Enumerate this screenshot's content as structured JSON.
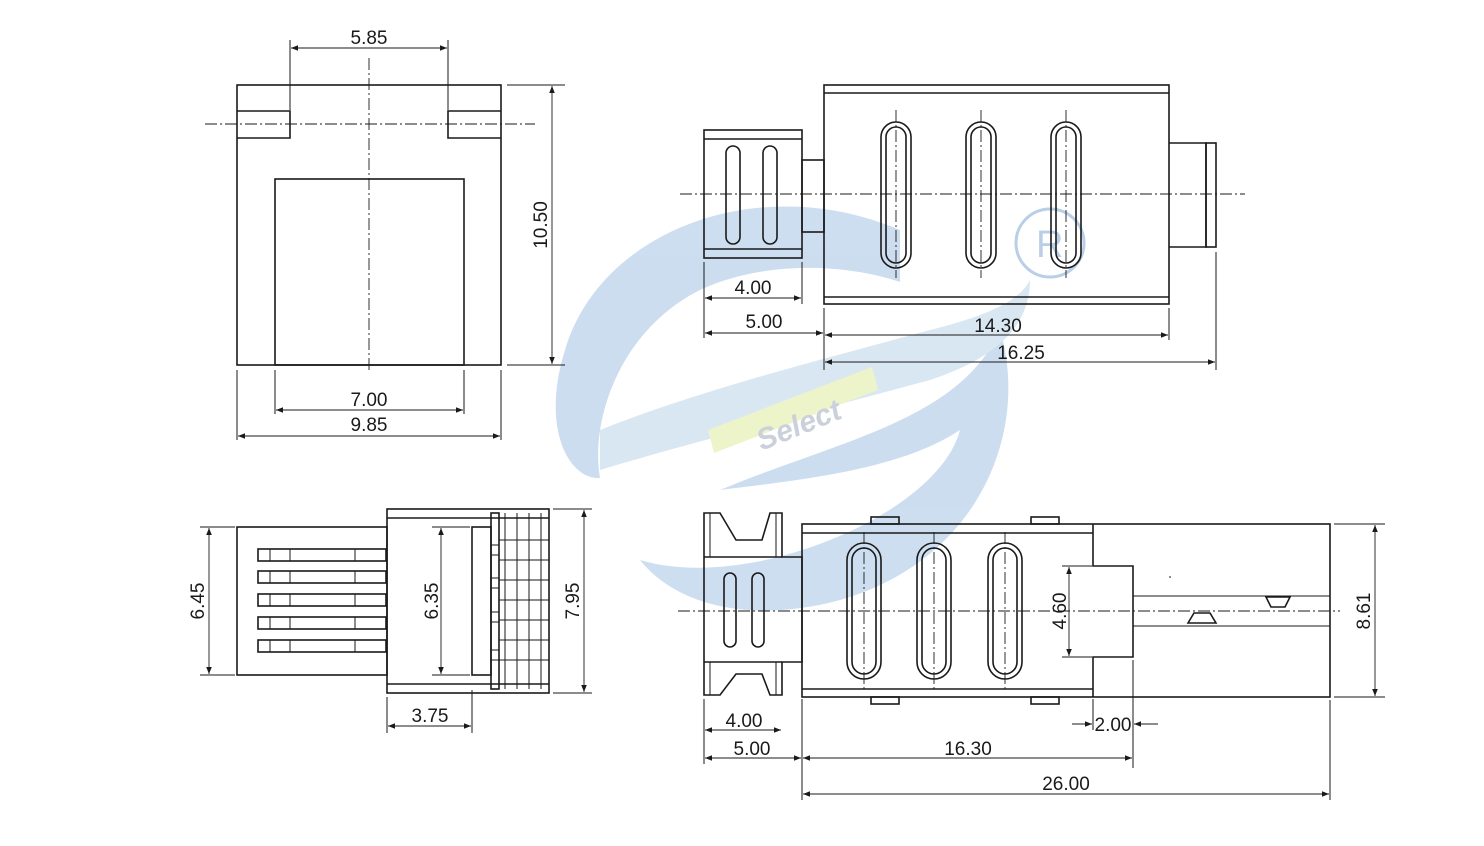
{
  "watermark": {
    "brand": "Select",
    "registered_mark": "R",
    "colors": {
      "swoosh": "#c9dcef",
      "band": "#eef4c8",
      "text": "#c9cfda",
      "mark": "#b5cde6"
    }
  },
  "dimensions": {
    "front_top_width": "5.85",
    "front_height": "10.50",
    "front_inner_width": "7.00",
    "front_width": "9.85",
    "top_clip_length": "4.00",
    "top_clip_total": "5.00",
    "top_body_length": "14.30",
    "top_total_length": "16.25",
    "side_pin_height": "6.45",
    "side_inner_height": "6.35",
    "side_height": "7.95",
    "side_depth": "3.75",
    "bottom_slot_height": "4.60",
    "bottom_height": "8.61",
    "bottom_clip_length": "4.00",
    "bottom_clip_total": "5.00",
    "bottom_step": "2.00",
    "bottom_body_length": "16.30",
    "bottom_total_length": "26.00"
  }
}
